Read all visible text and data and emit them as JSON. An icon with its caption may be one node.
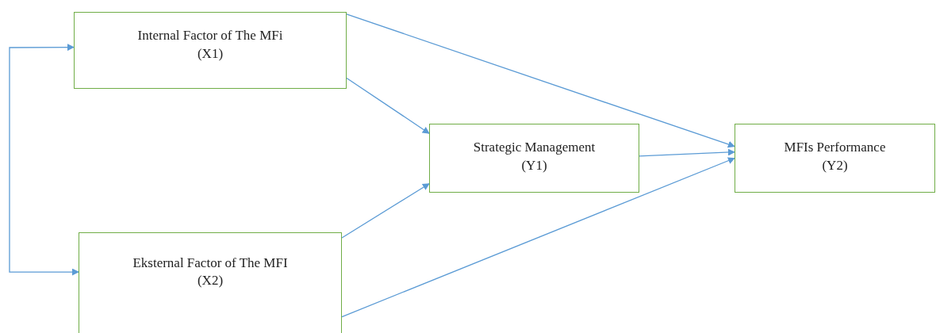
{
  "diagram": {
    "nodes": [
      {
        "text": [
          "Internal Factor of The MFi",
          "(X1)"
        ]
      },
      {
        "text": [
          "Strategic Management",
          "(Y1)"
        ]
      },
      {
        "text": [
          "MFIs Performance",
          "(Y2)"
        ]
      },
      {
        "text": [
          "Eksternal Factor of The MFI",
          "(X2)"
        ]
      }
    ],
    "edges": [
      {
        "from": null,
        "to": 0,
        "arrow": "to"
      },
      {
        "from": null,
        "to": 3,
        "arrow": "to"
      },
      {
        "from": 0,
        "to": 2,
        "arrow": "to"
      },
      {
        "from": 0,
        "to": 1,
        "arrow": "to"
      },
      {
        "from": 3,
        "to": 1,
        "arrow": "to"
      },
      {
        "from": 1,
        "to": 2,
        "arrow": "to"
      },
      {
        "from": 3,
        "to": 2,
        "arrow": "to"
      }
    ]
  }
}
